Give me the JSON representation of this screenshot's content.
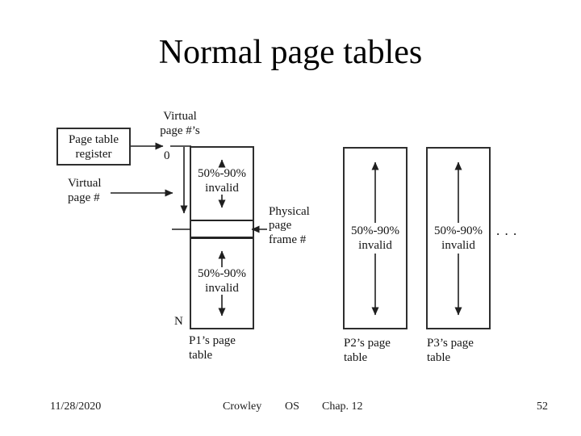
{
  "slide": {
    "title": "Normal page tables",
    "footer": {
      "date": "11/28/2020",
      "author": "Crowley",
      "course": "OS",
      "chapter": "Chap. 12",
      "slide_number": "52"
    }
  },
  "diagram": {
    "page_table_register": "Page table\nregister",
    "virtual_page_numbers": "Virtual\npage #’s",
    "virtual_page_number": "Virtual\npage #",
    "physical_page_frame": "Physical\npage\nframe #",
    "index_start": "0",
    "index_end": "N",
    "invalid_label": "50%-90%\ninvalid",
    "ellipsis": ". . .",
    "line_color": "#1f1f1f",
    "tables": [
      {
        "caption": "P1’s page\ntable"
      },
      {
        "caption": "P2’s page\ntable"
      },
      {
        "caption": "P3’s page\ntable"
      }
    ]
  }
}
